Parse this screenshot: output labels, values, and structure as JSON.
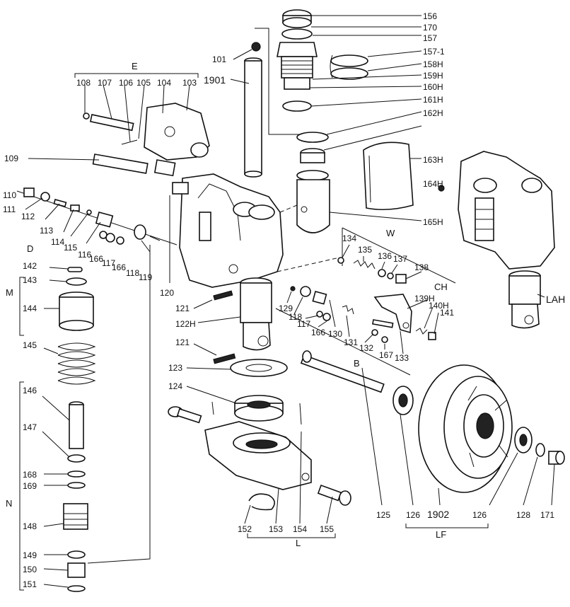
{
  "labels": {
    "p156": "156",
    "p170": "170",
    "p157": "157",
    "p157_1": "157-1",
    "p158H": "158H",
    "p159H": "159H",
    "p160H": "160H",
    "p161H": "161H",
    "p162H": "162H",
    "p163H": "163H",
    "p164H": "164H",
    "p165H": "165H",
    "p101": "101",
    "p1901": "1901",
    "p108": "108",
    "p107": "107",
    "p106": "106",
    "p105": "105",
    "p104": "104",
    "p103": "103",
    "p109": "109",
    "p110": "110",
    "p111": "111",
    "p112": "112",
    "p113": "113",
    "p114": "114",
    "p115": "115",
    "p116": "116",
    "p166a": "166",
    "p117a": "117",
    "p166b": "166",
    "p118a": "118",
    "p119": "119",
    "p120": "120",
    "p142": "142",
    "p143": "143",
    "p144": "144",
    "p145": "145",
    "p146": "146",
    "p147": "147",
    "p168": "168",
    "p169": "169",
    "p148": "148",
    "p149": "149",
    "p150": "150",
    "p151": "151",
    "p121a": "121",
    "p122H": "122H",
    "p121b": "121",
    "p123": "123",
    "p124": "124",
    "p134": "134",
    "p135": "135",
    "p136": "136",
    "p137": "137",
    "p138": "138",
    "p129": "129",
    "p118b": "118",
    "p117b": "117",
    "p166c": "166",
    "p130": "130",
    "p131": "131",
    "p139H": "139H",
    "p140H": "140H",
    "p141": "141",
    "p132": "132",
    "p167": "167",
    "p133": "133",
    "p125": "125",
    "p126a": "126",
    "p1902": "1902",
    "p126b": "126",
    "p128": "128",
    "p171": "171",
    "p152": "152",
    "p153": "153",
    "p154": "154",
    "p155": "155",
    "pLAH": "LAH"
  },
  "groups": {
    "E": "E",
    "D": "D",
    "M": "M",
    "N": "N",
    "W": "W",
    "CH": "CH",
    "B": "B",
    "L": "L",
    "LF": "LF"
  }
}
